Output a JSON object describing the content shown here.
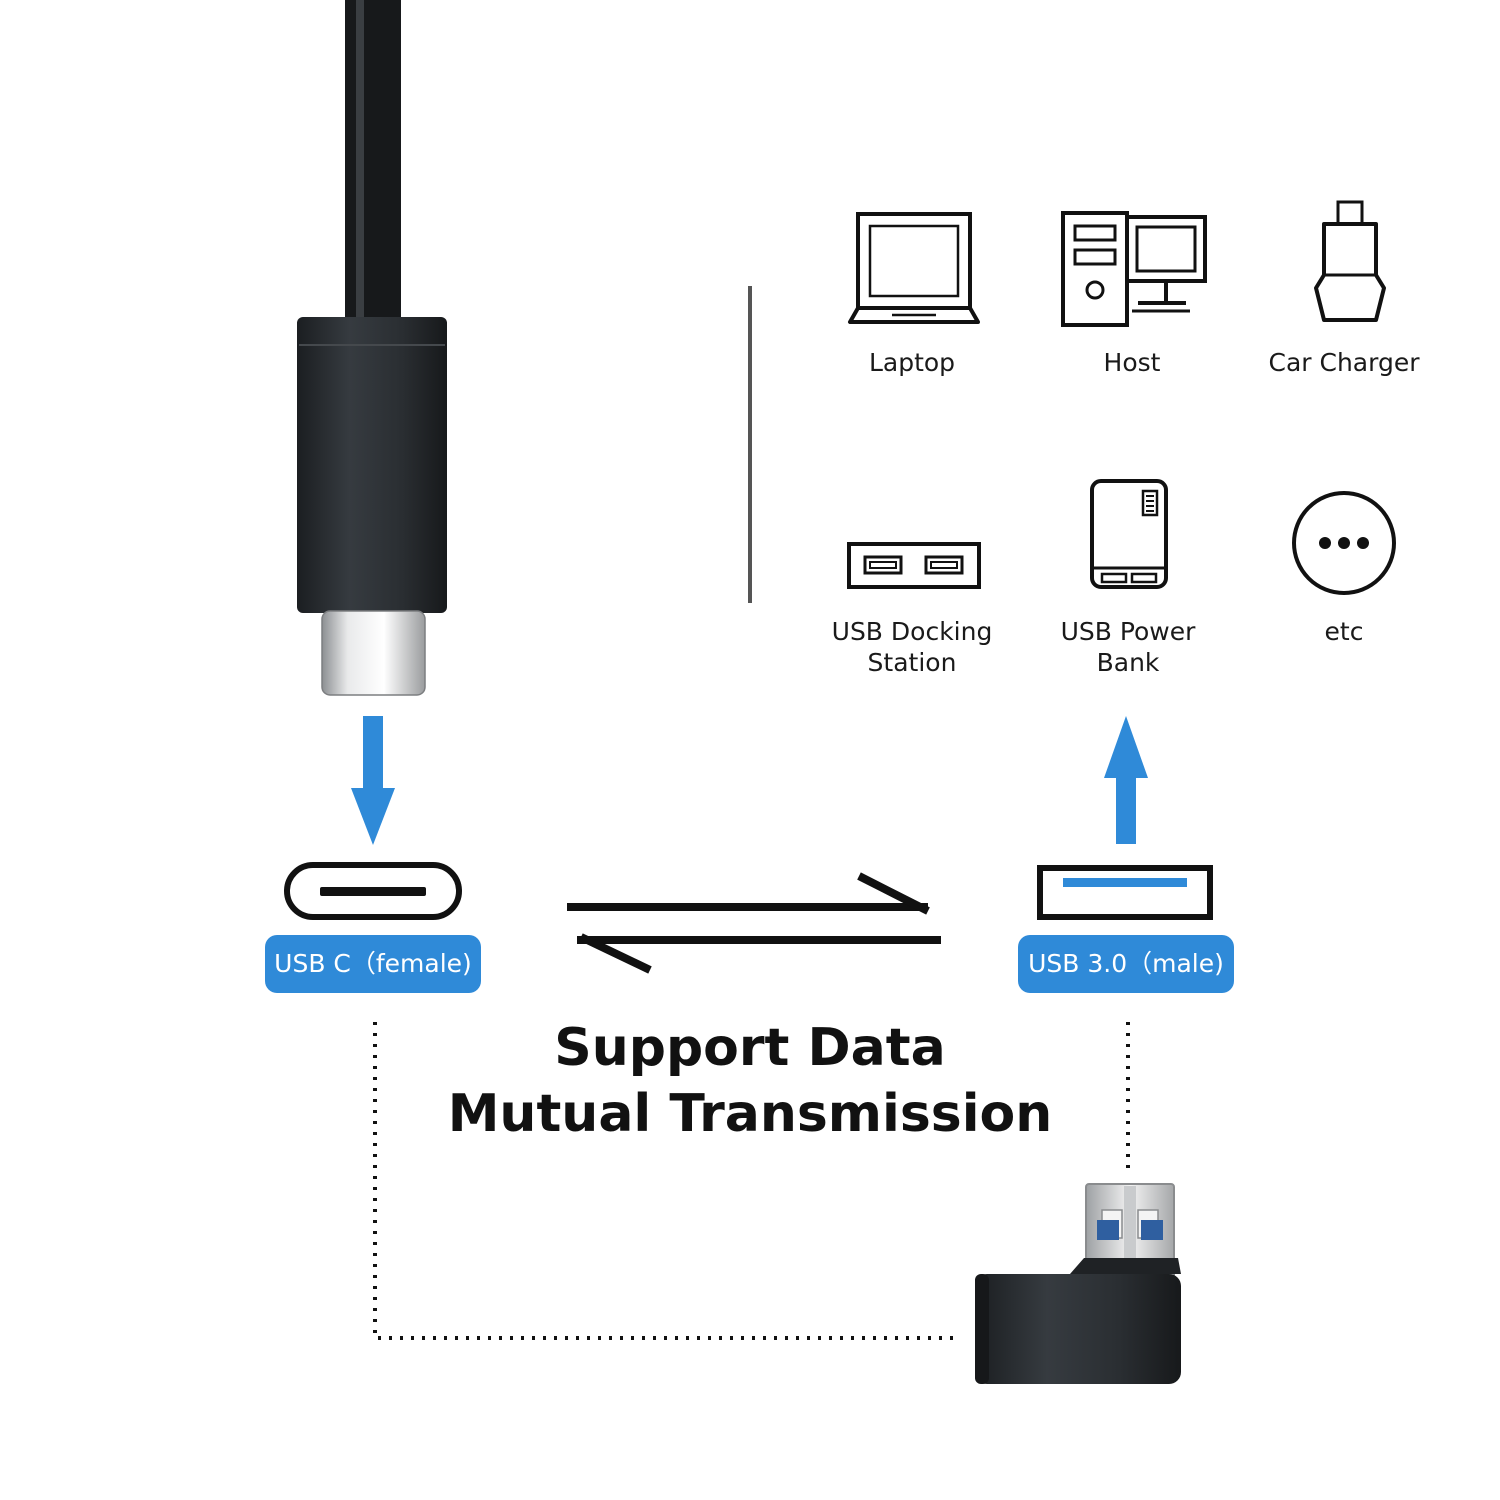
{
  "colors": {
    "accent": "#2f8ad8",
    "ink": "#111111",
    "plug": "#25292d"
  },
  "devices": [
    {
      "icon": "laptop-icon",
      "line1": "Laptop",
      "line2": ""
    },
    {
      "icon": "desktop-host-icon",
      "line1": "Host",
      "line2": ""
    },
    {
      "icon": "car-charger-icon",
      "line1": "Car Charger",
      "line2": ""
    },
    {
      "icon": "usb-docking-station-icon",
      "line1": "USB Docking",
      "line2": "Station"
    },
    {
      "icon": "power-bank-icon",
      "line1": "USB Power",
      "line2": "Bank"
    },
    {
      "icon": "more-icon",
      "line1": "etc",
      "line2": ""
    }
  ],
  "ports": {
    "usb_c_label": "USB C（female)",
    "usb_a_label": "USB 3.0（male)"
  },
  "headline": {
    "line1": "Support Data",
    "line2": "Mutual Transmission"
  }
}
